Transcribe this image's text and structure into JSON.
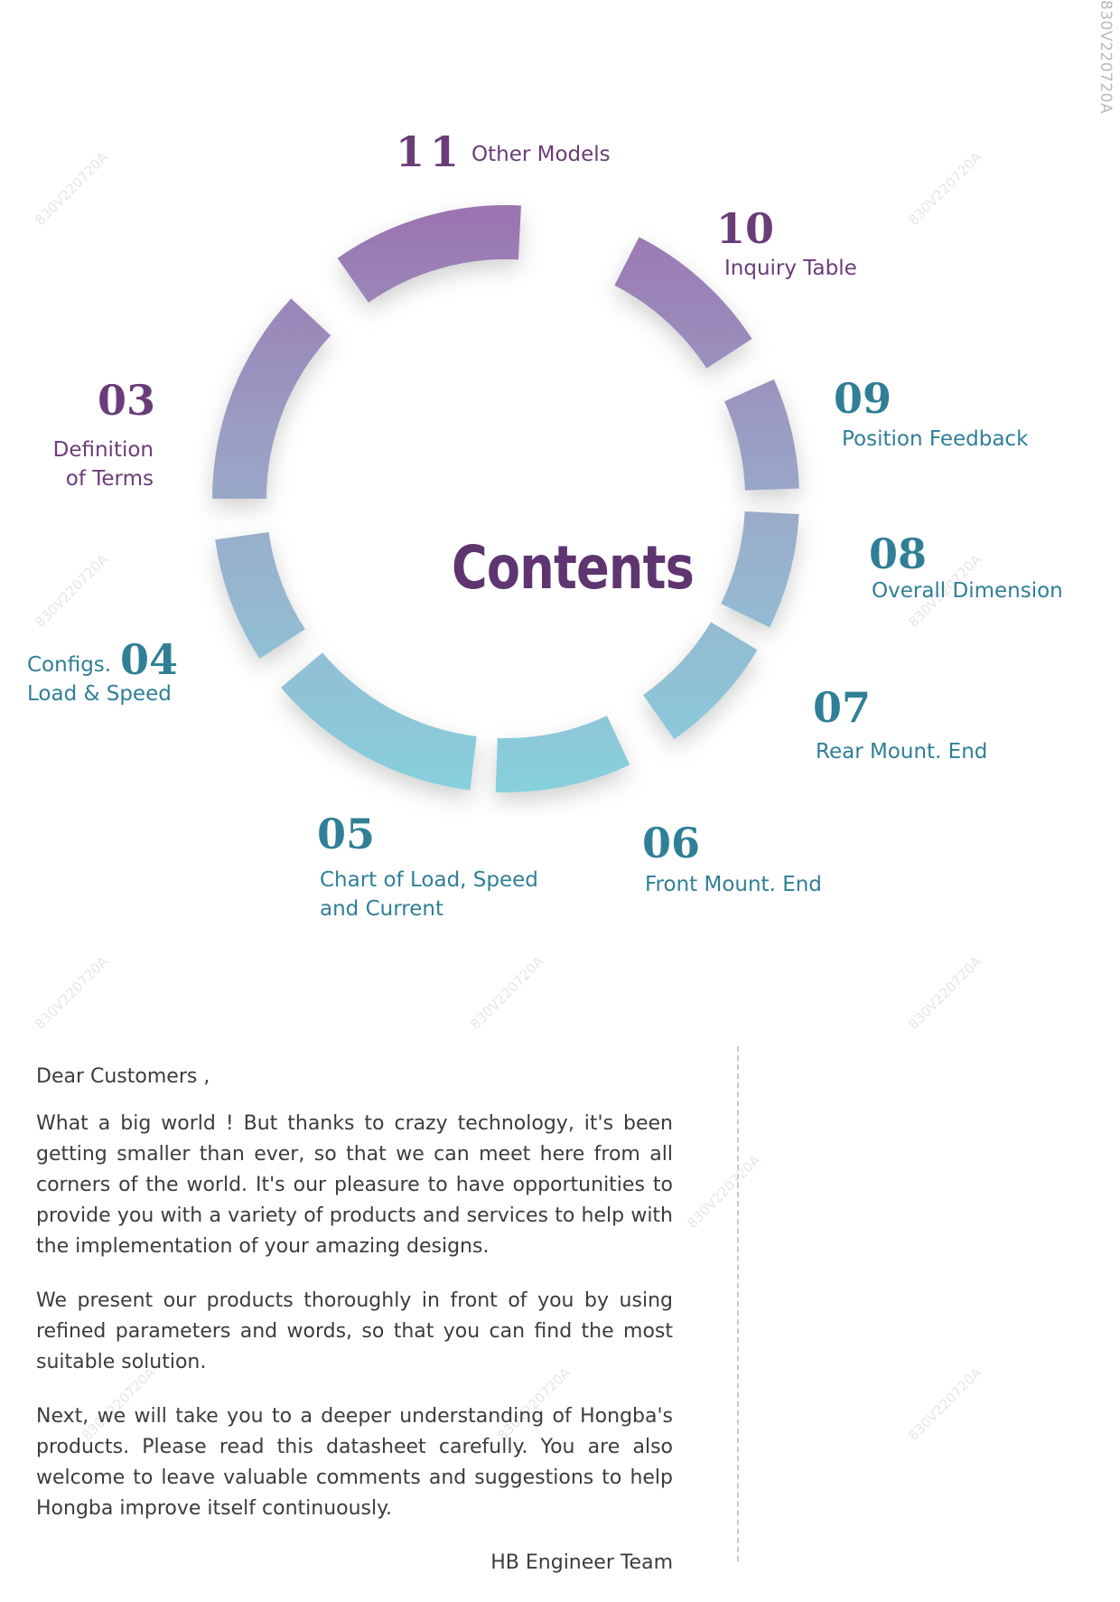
{
  "doc_code": "830V220720A",
  "watermark": "830V220720A",
  "title": "Contents",
  "toc": [
    {
      "number": "03",
      "label": "Definition of Terms",
      "lines": [
        "Definition",
        "of Terms"
      ]
    },
    {
      "number": "04",
      "label": "Configs. Load & Speed",
      "lines": [
        "Configs.",
        "Load & Speed"
      ]
    },
    {
      "number": "05",
      "label": "Chart of Load, Speed and Current",
      "lines": [
        "Chart of Load, Speed",
        "and Current"
      ]
    },
    {
      "number": "06",
      "label": "Front Mount. End",
      "lines": [
        "Front Mount. End"
      ]
    },
    {
      "number": "07",
      "label": "Rear Mount. End",
      "lines": [
        "Rear Mount. End"
      ]
    },
    {
      "number": "08",
      "label": "Overall Dimension",
      "lines": [
        "Overall Dimension"
      ]
    },
    {
      "number": "09",
      "label": "Position Feedback",
      "lines": [
        "Position Feedback"
      ]
    },
    {
      "number": "10",
      "label": "Inquiry Table",
      "lines": [
        "Inquiry Table"
      ]
    },
    {
      "number": "11",
      "label": "Other Models",
      "lines": [
        "Other Models"
      ]
    }
  ],
  "colors": {
    "purple": "#9b6fae",
    "teal": "#86d3de",
    "title": "#5e3570"
  },
  "letter": {
    "greeting": "Dear Customers ,",
    "paragraphs": [
      "What a big world ! But thanks to crazy technology, it's been getting smaller than ever, so that we can meet here from all corners of the world. It's our pleasure to have opportunities to  provide you with a variety of products and services to help with the implementation of your amazing designs.",
      "We present our products thoroughly in front of you by using refined parameters and words, so that you can find the most suitable solution.",
      "Next, we will take you to a deeper understanding of Hongba's products. Please read this datasheet carefully. You are also welcome to leave valuable comments and suggestions to help Hongba improve itself continuously."
    ],
    "signature": "HB Engineer Team"
  }
}
